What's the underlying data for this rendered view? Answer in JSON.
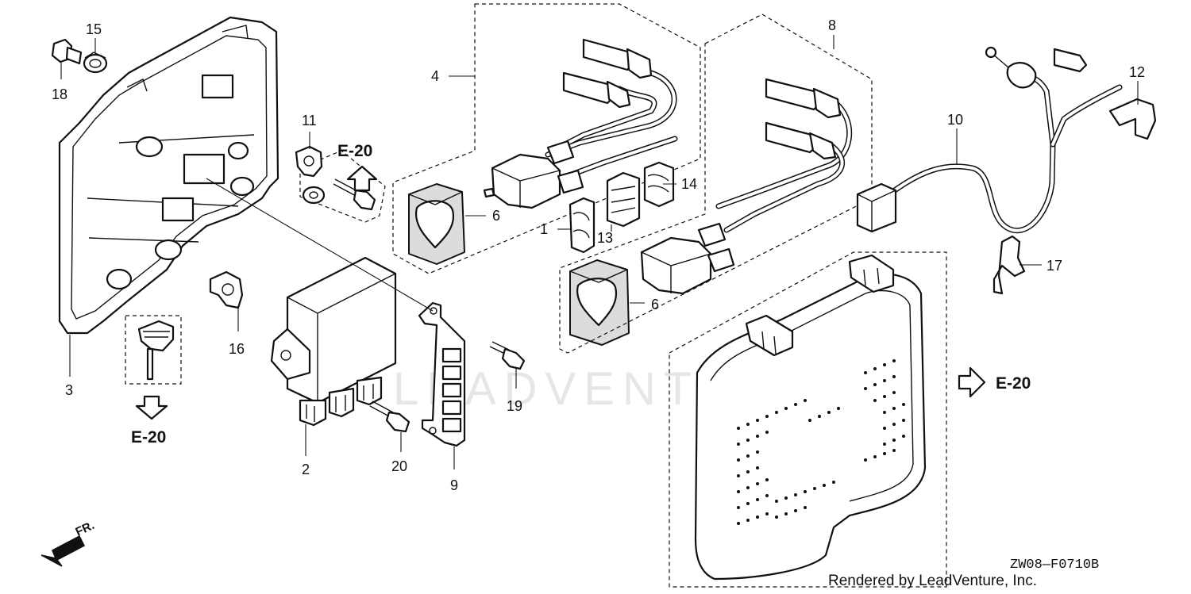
{
  "diagram": {
    "drawing_code": "ZW08—F0710B",
    "credit": "Rendered by LeadVenture, Inc.",
    "watermark": "LEADVENTURE",
    "front_label": "FR.",
    "references": [
      "E-20",
      "E-20",
      "E-20"
    ],
    "callouts": [
      {
        "num": "1"
      },
      {
        "num": "2"
      },
      {
        "num": "3"
      },
      {
        "num": "4"
      },
      {
        "num": "6"
      },
      {
        "num": "6"
      },
      {
        "num": "8"
      },
      {
        "num": "9"
      },
      {
        "num": "10"
      },
      {
        "num": "11"
      },
      {
        "num": "12"
      },
      {
        "num": "13"
      },
      {
        "num": "14"
      },
      {
        "num": "15"
      },
      {
        "num": "16"
      },
      {
        "num": "17"
      },
      {
        "num": "18"
      },
      {
        "num": "19"
      },
      {
        "num": "20"
      }
    ]
  }
}
